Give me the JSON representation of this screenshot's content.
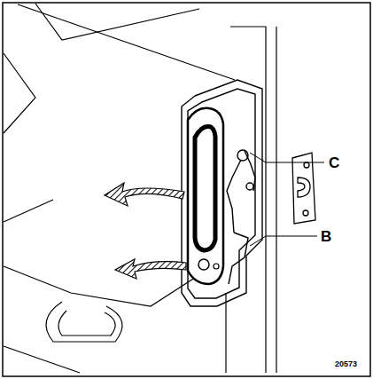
{
  "diagram": {
    "labels": [
      "C",
      "B",
      "20573"
    ]
  }
}
